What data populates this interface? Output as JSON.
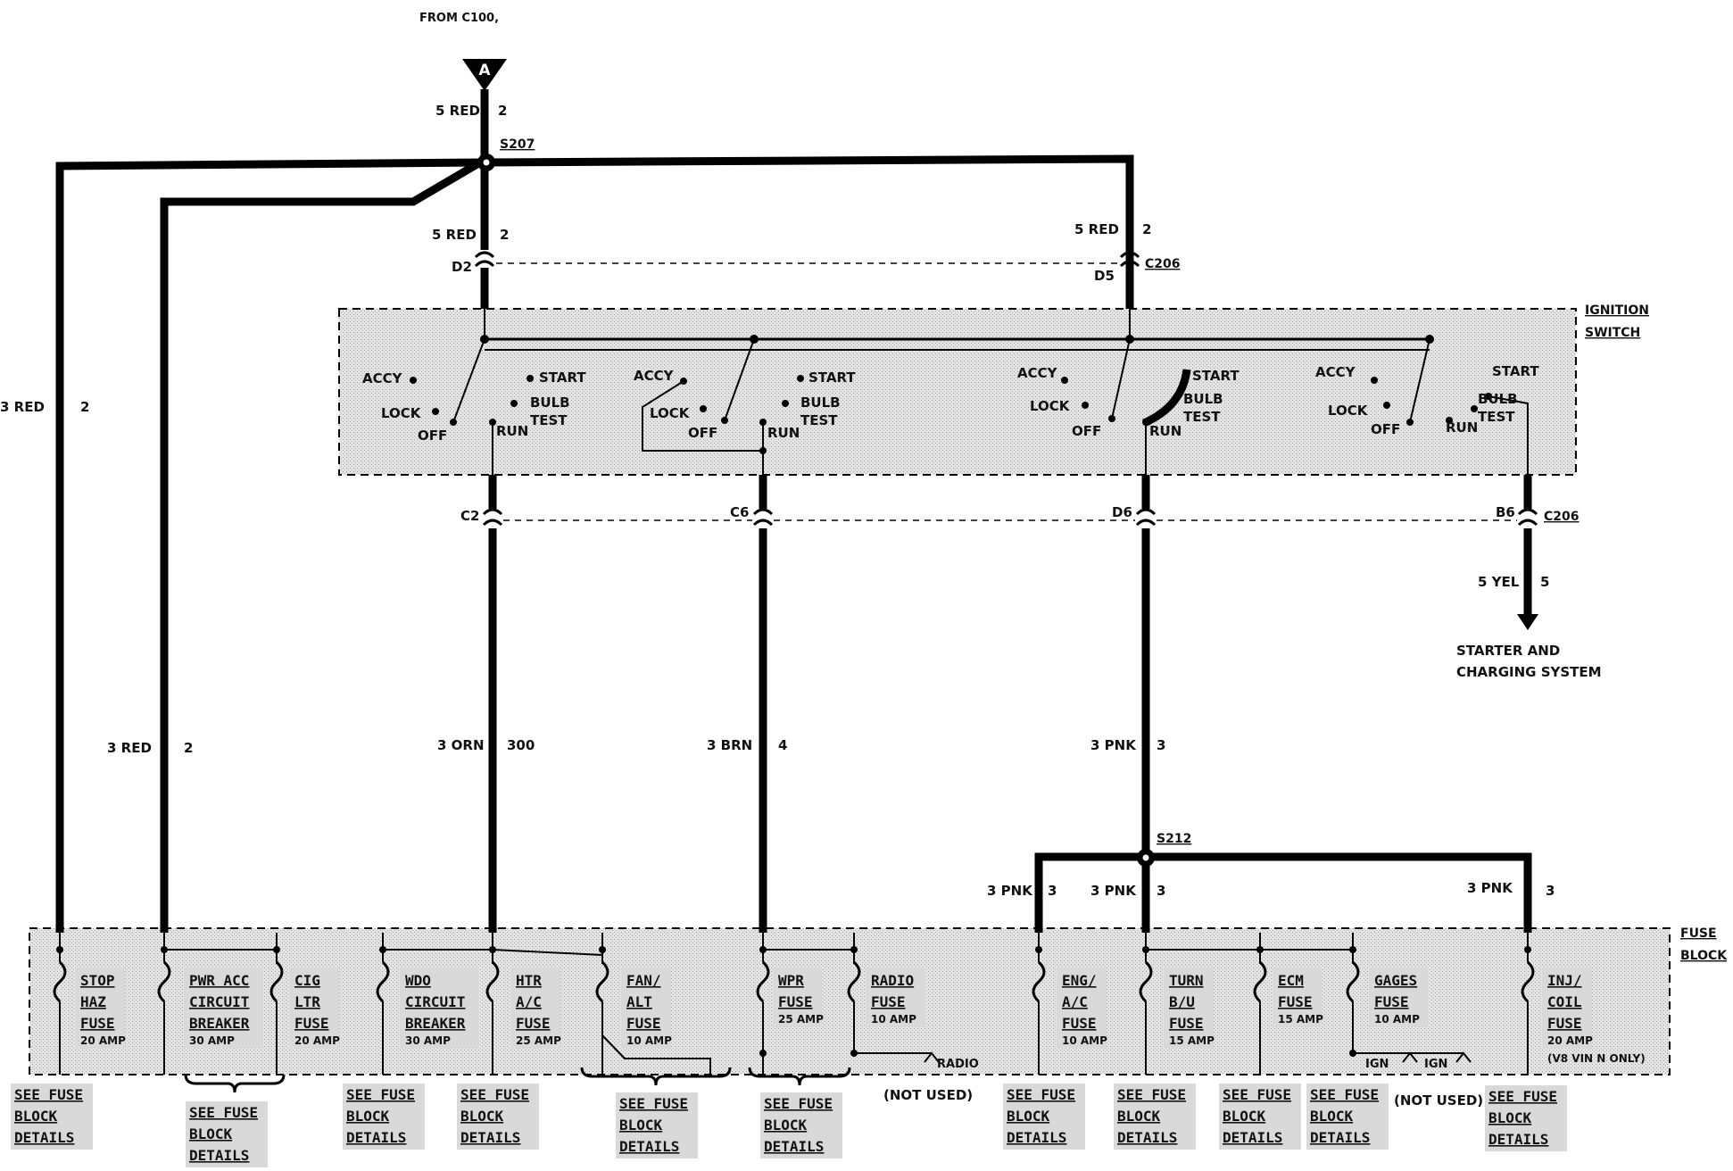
{
  "diagram": {
    "from_label": "FROM C100,",
    "connector_a": "A",
    "splices": {
      "s207": "S207",
      "s212": "S212"
    },
    "ignition_switch": {
      "line1": "IGNITION",
      "line2": "SWITCH"
    },
    "fuse_block": {
      "line1": "FUSE",
      "line2": "BLOCK"
    },
    "connectors": {
      "d2": "D2",
      "d5": "D5",
      "c206_top": "C206",
      "c2": "C2",
      "c6": "C6",
      "d6": "D6",
      "b6": "B6",
      "c206_bottom": "C206"
    },
    "wire_labels": {
      "top_color": "5 RED",
      "top_num": "2",
      "d2_color": "5 RED",
      "d2_num": "2",
      "d5_color": "5 RED",
      "d5_num": "2",
      "left_outer_color": "3 RED",
      "left_outer_num": "2",
      "left_inner_color": "3 RED",
      "left_inner_num": "2",
      "orn_color": "3 ORN",
      "orn_num": "300",
      "brn_color": "3 BRN",
      "brn_num": "4",
      "pnk_color": "3 PNK",
      "pnk_num": "3",
      "yel_color": "5 YEL",
      "yel_num": "5",
      "pnk_a_color": "3 PNK",
      "pnk_a_num": "3",
      "pnk_b_color": "3 PNK",
      "pnk_b_num": "3",
      "pnk_c_color": "3 PNK",
      "pnk_c_num": "3"
    },
    "switch_positions": {
      "accy": "ACCY",
      "lock": "LOCK",
      "off": "OFF",
      "start": "START",
      "bulb": "BULB",
      "test": "TEST",
      "run": "RUN"
    },
    "starter": {
      "line1": "STARTER AND",
      "line2": "CHARGING SYSTEM"
    },
    "fuses": [
      {
        "l1": "STOP",
        "l2": "HAZ",
        "l3": "FUSE",
        "amp": "20 AMP"
      },
      {
        "l1": "PWR ACC",
        "l2": "CIRCUIT",
        "l3": "BREAKER",
        "amp": "30 AMP"
      },
      {
        "l1": "CIG",
        "l2": "LTR",
        "l3": "FUSE",
        "amp": "20 AMP"
      },
      {
        "l1": "WDO",
        "l2": "CIRCUIT",
        "l3": "BREAKER",
        "amp": "30 AMP"
      },
      {
        "l1": "HTR",
        "l2": "A/C",
        "l3": "FUSE",
        "amp": "25 AMP"
      },
      {
        "l1": "FAN/",
        "l2": "ALT",
        "l3": "FUSE",
        "amp": "10 AMP"
      },
      {
        "l1": "WPR",
        "l2": "FUSE",
        "l3": "",
        "amp": "25 AMP"
      },
      {
        "l1": "RADIO",
        "l2": "FUSE",
        "l3": "",
        "amp": "10 AMP"
      },
      {
        "l1": "ENG/",
        "l2": "A/C",
        "l3": "FUSE",
        "amp": "10 AMP"
      },
      {
        "l1": "TURN",
        "l2": "B/U",
        "l3": "FUSE",
        "amp": "15 AMP"
      },
      {
        "l1": "ECM",
        "l2": "FUSE",
        "l3": "",
        "amp": "15 AMP"
      },
      {
        "l1": "GAGES",
        "l2": "FUSE",
        "l3": "",
        "amp": "10 AMP"
      },
      {
        "l1": "INJ/",
        "l2": "COIL",
        "l3": "FUSE",
        "amp": "20 AMP",
        "note": "(V8 VIN N ONLY)"
      }
    ],
    "radio_label": "RADIO",
    "ign_label_1": "IGN",
    "ign_label_2": "IGN",
    "not_used_1": "(NOT USED)",
    "not_used_2": "(NOT USED)",
    "see_details": [
      {
        "l1": "SEE FUSE",
        "l2": "BLOCK",
        "l3": "DETAILS"
      },
      {
        "l1": "SEE FUSE",
        "l2": "BLOCK",
        "l3": "DETAILS"
      },
      {
        "l1": "SEE FUSE",
        "l2": "BLOCK",
        "l3": "DETAILS"
      },
      {
        "l1": "SEE FUSE",
        "l2": "BLOCK",
        "l3": "DETAILS"
      },
      {
        "l1": "SEE FUSE",
        "l2": "BLOCK",
        "l3": "DETAILS"
      },
      {
        "l1": "SEE FUSE",
        "l2": "BLOCK",
        "l3": "DETAILS"
      },
      {
        "l1": "SEE FUSE",
        "l2": "BLOCK",
        "l3": "DETAILS"
      },
      {
        "l1": "SEE FUSE",
        "l2": "BLOCK",
        "l3": "DETAILS"
      },
      {
        "l1": "SEE FUSE",
        "l2": "BLOCK",
        "l3": "DETAILS"
      },
      {
        "l1": "SEE FUSE",
        "l2": "BLOCK",
        "l3": "DETAILS"
      },
      {
        "l1": "SEE FUSE",
        "l2": "BLOCK",
        "l3": "DETAILS"
      }
    ]
  }
}
